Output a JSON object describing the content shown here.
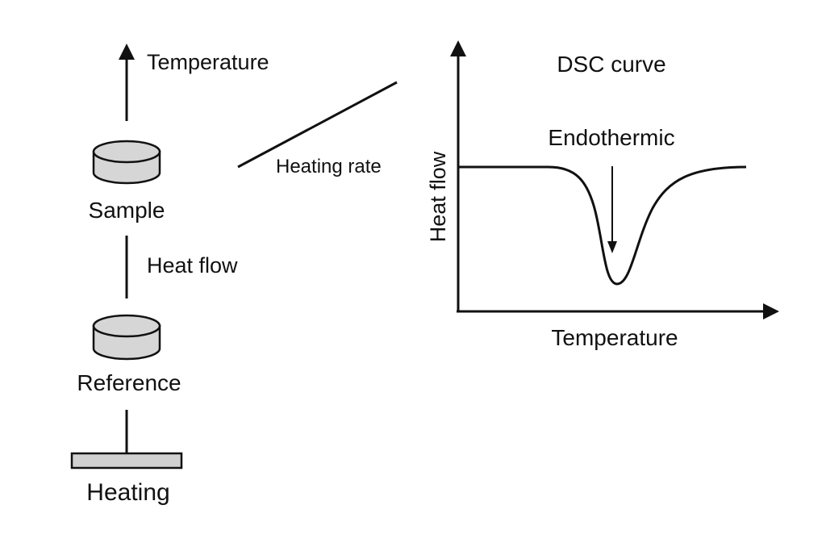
{
  "labels": {
    "temperature_top": "Temperature",
    "sample": "Sample",
    "heat_flow_left": "Heat flow",
    "reference": "Reference",
    "heating": "Heating",
    "heating_rate": "Heating rate",
    "chart_title": "DSC curve",
    "endothermic": "Endothermic",
    "y_axis": "Heat flow",
    "x_axis": "Temperature"
  },
  "colors": {
    "stroke": "#111111",
    "pan_fill": "#d6d6d6",
    "plate_fill": "#d0d0d0",
    "background": "#ffffff"
  }
}
